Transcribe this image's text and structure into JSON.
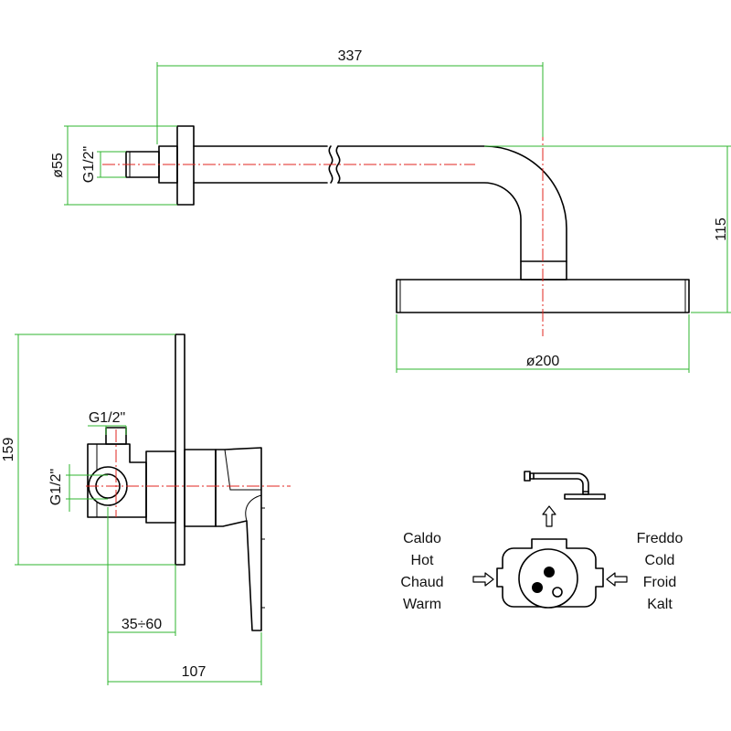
{
  "shower_arm": {
    "length_label": "337",
    "flange_diameter_label": "ø55",
    "thread_label": "G1/2\"",
    "height_label": "115",
    "head_diameter_label": "ø200"
  },
  "mixer": {
    "height_label": "159",
    "top_thread_label": "G1/2\"",
    "side_thread_label": "G1/2\"",
    "depth_range_label": "35÷60",
    "total_depth_label": "107"
  },
  "schematic": {
    "hot_labels": [
      "Caldo",
      "Hot",
      "Chaud",
      "Warm"
    ],
    "cold_labels": [
      "Freddo",
      "Cold",
      "Froid",
      "Kalt"
    ]
  }
}
